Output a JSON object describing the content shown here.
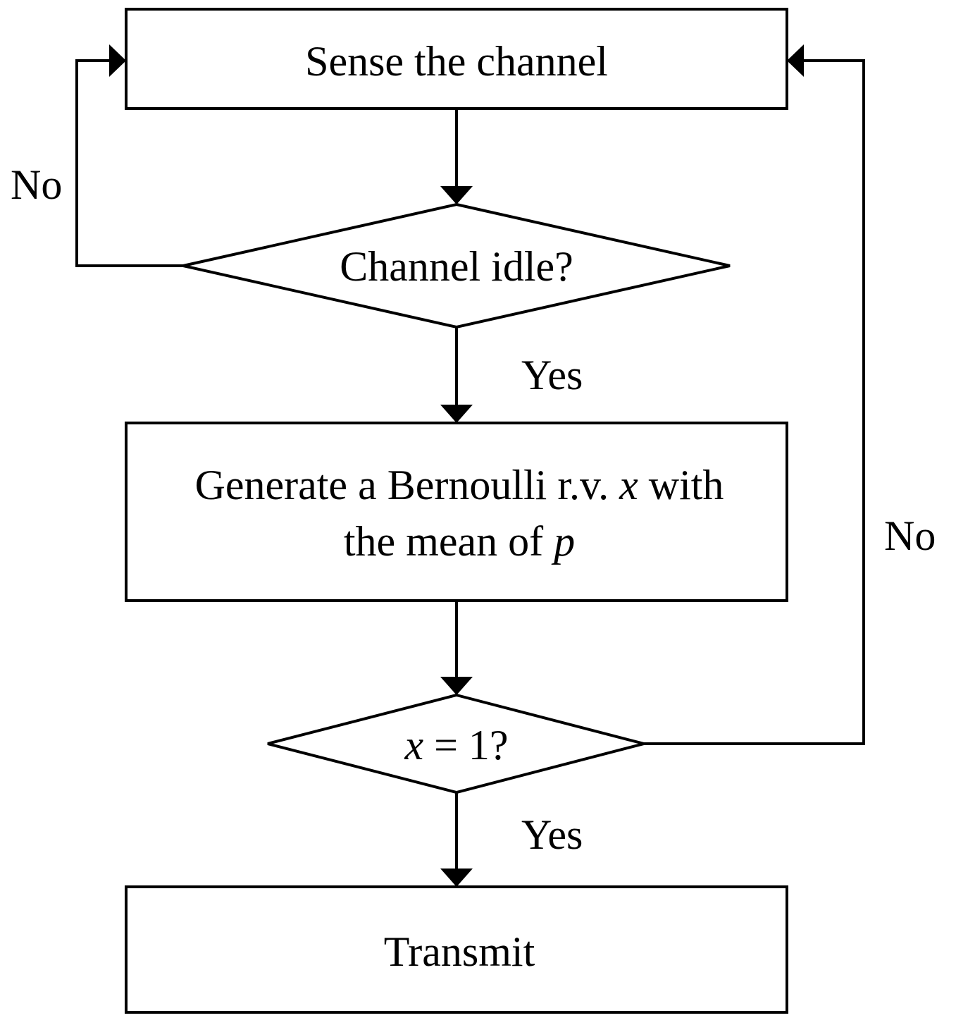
{
  "nodes": {
    "sense": {
      "text": "Sense the channel"
    },
    "idle_decision": {
      "text": "Channel idle?"
    },
    "generate": {
      "line1_prefix": "Generate a Bernoulli r.v. ",
      "line1_var": "x",
      "line1_suffix": " with",
      "line2_prefix": "the mean of ",
      "line2_var": "p"
    },
    "x_decision": {
      "var": "x",
      "rest": " = 1?"
    },
    "transmit": {
      "text": "Transmit"
    }
  },
  "edge_labels": {
    "idle_no": "No",
    "idle_yes": "Yes",
    "x_no": "No",
    "x_yes": "Yes"
  },
  "colors": {
    "stroke": "#000000",
    "fill": "#ffffff",
    "text": "#000000"
  }
}
